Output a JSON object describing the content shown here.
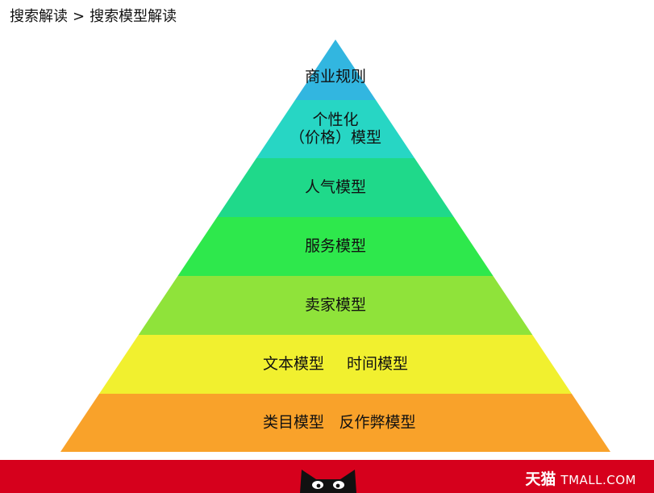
{
  "breadcrumb": {
    "section": "搜索解读",
    "separator": ">",
    "current": "搜索模型解读"
  },
  "pyramid": {
    "layers": [
      {
        "lines": [
          "商业规则"
        ],
        "color": "#32b6e0"
      },
      {
        "lines": [
          "个性化",
          "（价格）模型"
        ],
        "color": "#27d6c4"
      },
      {
        "lines": [
          "人气模型"
        ],
        "color": "#1fd98a"
      },
      {
        "lines": [
          "服务模型"
        ],
        "color": "#2ee84c"
      },
      {
        "lines": [
          "卖家模型"
        ],
        "color": "#8fe33a"
      },
      {
        "lines": [
          "文本模型",
          "时间模型"
        ],
        "inline": true,
        "color": "#f1f02f"
      },
      {
        "lines": [
          "类目模型",
          "反作弊模型"
        ],
        "inline": true,
        "color": "#f9a22a"
      }
    ]
  },
  "footer": {
    "brand_cn": "天猫",
    "brand_en": "TMALL.COM",
    "color": "#d6001c"
  }
}
